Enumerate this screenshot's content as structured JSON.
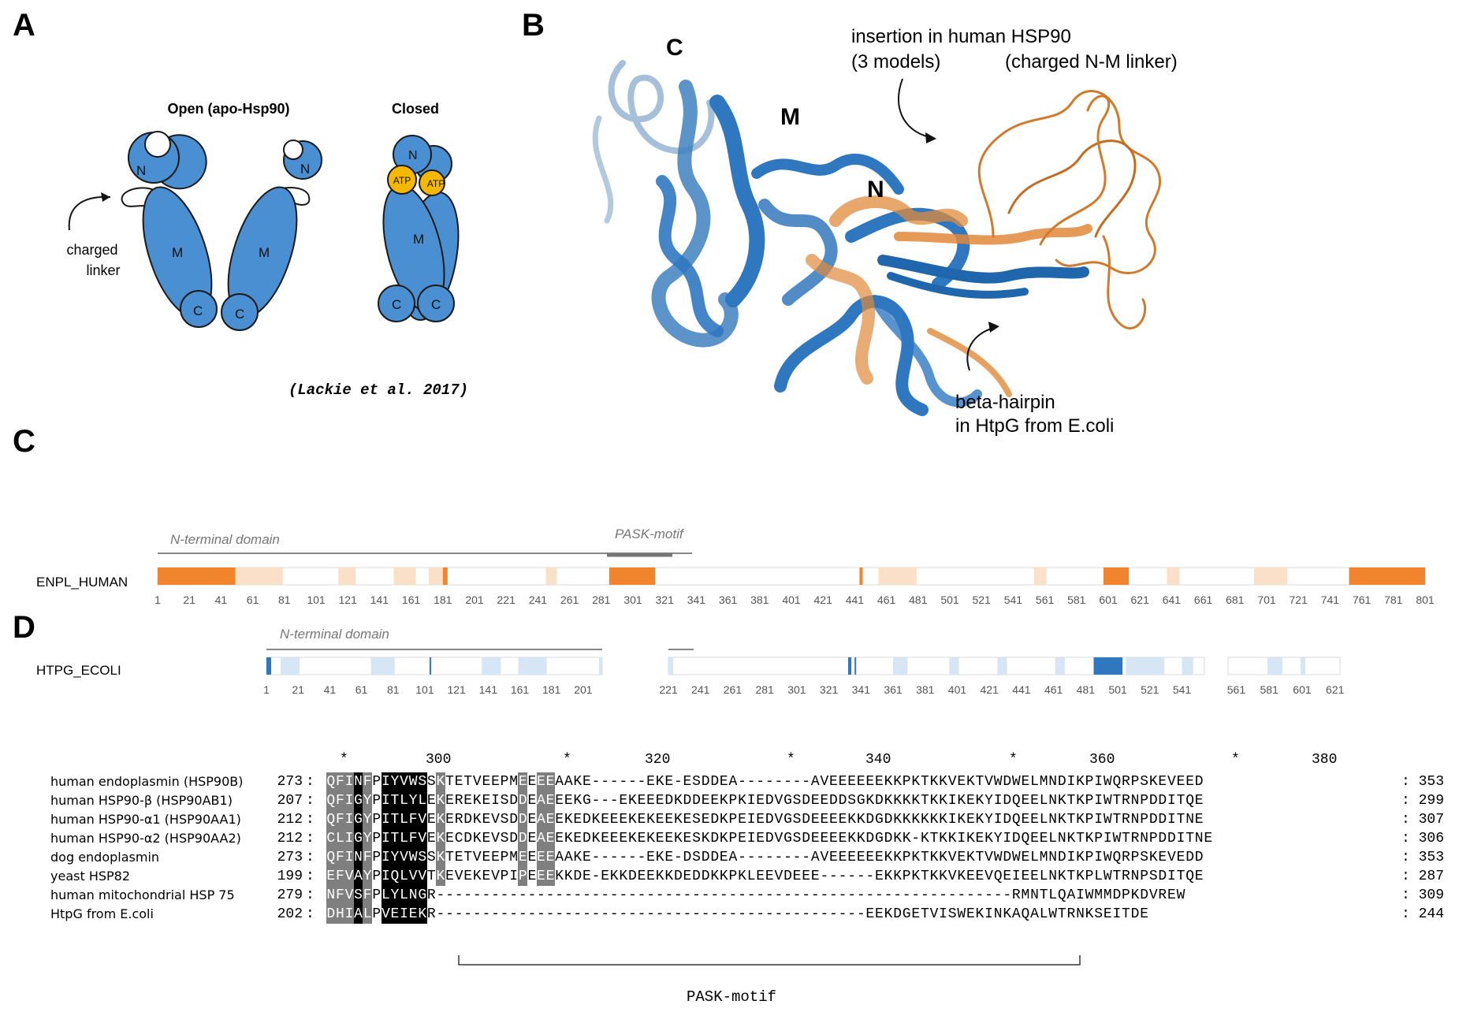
{
  "panels": {
    "a": "A",
    "b": "B",
    "c": "C",
    "d": "D"
  },
  "panelA": {
    "open_title": "Open (apo-Hsp90)",
    "closed_title": "Closed",
    "linker_label_1": "charged",
    "linker_label_2": "linker",
    "domain_n": "N",
    "domain_m": "M",
    "domain_c": "C",
    "atp": "ATP",
    "citation": "(Lackie et al. 2017)",
    "colors": {
      "domain": "#4a8fd1",
      "atp": "#f5b800"
    }
  },
  "panelB": {
    "label_c": "C",
    "label_m": "M",
    "label_n": "N",
    "insertion_1": "insertion in human HSP90",
    "insertion_2": "(3 models)",
    "insertion_3": "(charged N-M linker)",
    "hairpin_1": "beta-hairpin",
    "hairpin_2": "in HtpG from E.coli",
    "colors": {
      "human": "#e0893a",
      "ecoli": "#2f78c0"
    }
  },
  "panelC": {
    "enpl": {
      "name": "ENPL_HUMAN",
      "domain_label": "N-terminal domain",
      "motif_label": "PASK-motif",
      "ticks": [
        "1",
        "21",
        "41",
        "61",
        "81",
        "101",
        "121",
        "141",
        "161",
        "181",
        "201",
        "221",
        "241",
        "261",
        "281",
        "301",
        "321",
        "341",
        "361",
        "381",
        "401",
        "421",
        "441",
        "461",
        "481",
        "501",
        "521",
        "541",
        "561",
        "581",
        "601",
        "621",
        "641",
        "661",
        "681",
        "701",
        "721",
        "741",
        "761",
        "781",
        "801"
      ],
      "color_strong": "#f0852d",
      "color_light": "#fbe0c9"
    },
    "htpg": {
      "name": "HTPG_ECOLI",
      "domain_label": "N-terminal domain",
      "ticks_a": [
        "1",
        "21",
        "41",
        "61",
        "81",
        "101",
        "121",
        "141",
        "161",
        "181",
        "201"
      ],
      "ticks_b": [
        "221",
        "241",
        "261",
        "281",
        "301",
        "321",
        "341",
        "361",
        "381",
        "401",
        "421",
        "441",
        "461",
        "481",
        "501",
        "521",
        "541"
      ],
      "ticks_c": [
        "561",
        "581",
        "601",
        "621"
      ],
      "color_strong": "#2f78c0",
      "color_light": "#d6e6f4"
    }
  },
  "panelD": {
    "ruler": {
      "star": "*",
      "n300": "300",
      "n320": "320",
      "n340": "340",
      "n360": "360",
      "n380": "380"
    },
    "rows": [
      {
        "name": "human endoplasmin (HSP90B)",
        "start": "273",
        "seq": "QFINFPIYVWSSKTETVEEPMEEEEAAKE------EKE-ESDDEA--------AVEEEEEEKKPKTKKVEKTVWDWELMNDIKPIWQRPSKEVEED",
        "end": ": 353"
      },
      {
        "name": "human HSP90-β (HSP90AB1)",
        "start": "207",
        "seq": "QFIGYPITLYLEKEREKEISDDEAEEEKG---EKEEEDKDDEEKPKIEDVGSDEEDDSGKDKKKKTKKIKEKYIDQEELNKTKPIWTRNPDDITQE",
        "end": ": 299"
      },
      {
        "name": "human HSP90-α1 (HSP90AA1)",
        "start": "212",
        "seq": "QFIGYPITLFVEKERDKEVSDDEAEEKEDKEEEKEKEEKESEDKPEIEDVGSDEEEEKKDGDKKKKKKIKEKYIDQEELNKTKPIWTRNPDDITNE",
        "end": ": 307"
      },
      {
        "name": "human HSP90-α2 (HSP90AA2)",
        "start": "212",
        "seq": "CLIGYPITLFVEKECDKEVSDDEAEEKEDKEEEKEKEEKESKDKPEIEDVGSDEEEEKKDGDKK-KTKKIKEKYIDQEELNKTKPIWTRNPDDITNE",
        "end": ": 306"
      },
      {
        "name": "dog endoplasmin",
        "start": "273",
        "seq": "QFINFPIYVWSSKTETVEEPMEEEEAAKE------EKE-DSDDEA--------AVEEEEEEKKPKTKKVEKTVWDWELMNDIKPIWQRPSKEVEDD",
        "end": ": 353"
      },
      {
        "name": "yeast HSP82",
        "start": "199",
        "seq": "EFVAYPIQLVVTKEVEKEVPIPEEEKKDE-EKKDEEKKDEDDKKPKLEEVDEEE------EKKPKTKKVKEEVQEIEELNKTKPLWTRNPSDITQE",
        "end": ": 287"
      },
      {
        "name": "human mitochondrial HSP 75",
        "start": "279",
        "seq": "NFVSFPLYLNGR---------------------------------------------------------------RMNTLQAIWMMDPKDVREW",
        "end": ": 309"
      },
      {
        "name": "HtpG from E.coli",
        "start": "202",
        "seq": "DHIALPVEIEKR-----------------------------------------------EEKDGETVISWEKINKAQALWTRNKSEITDE",
        "end": ": 244"
      }
    ],
    "motif_label": "PASK-motif"
  }
}
